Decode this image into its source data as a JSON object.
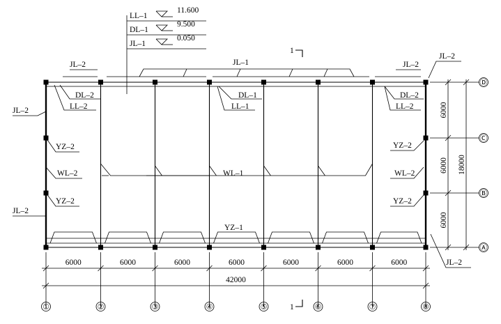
{
  "grid": {
    "columns": [
      "①",
      "②",
      "③",
      "④",
      "⑤",
      "⑥",
      "⑦",
      "⑧"
    ],
    "rows": [
      "Ⓐ",
      "Ⓑ",
      "Ⓒ",
      "Ⓓ"
    ]
  },
  "elevations": [
    {
      "beam": "LL–1",
      "value": "11.600"
    },
    {
      "beam": "DL–1",
      "value": "9.500"
    },
    {
      "beam": "JL–1",
      "value": "0.050"
    }
  ],
  "labels": {
    "jl2_top_left": "JL–2",
    "jl1_top": "JL–1",
    "jl2_top_right": "JL–2",
    "jl2_corner_right": "JL–2",
    "dl2_left": "DL–2",
    "ll2_left": "LL–2",
    "dl1_mid": "DL–1",
    "ll1_mid": "LL–1",
    "dl2_right": "DL–2",
    "ll2_right": "LL–2",
    "jl2_left_upper": "JL–2",
    "yz2_left_upper": "YZ–2",
    "wl2_left": "WL–2",
    "yz2_left_lower": "YZ–2",
    "jl2_left_lower": "JL–2",
    "wl1_mid": "WL–1",
    "yz1_mid": "YZ–1",
    "yz2_right_upper": "YZ–2",
    "wl2_right": "WL–2",
    "yz2_right_lower": "YZ–2",
    "jl2_bottom_right": "JL–2"
  },
  "section_mark": "1",
  "dimensions": {
    "bays": [
      "6000",
      "6000",
      "6000",
      "6000",
      "6000",
      "6000",
      "6000"
    ],
    "total_length": "42000",
    "spans": [
      "6000",
      "6000",
      "6000"
    ],
    "total_depth": "18000"
  }
}
